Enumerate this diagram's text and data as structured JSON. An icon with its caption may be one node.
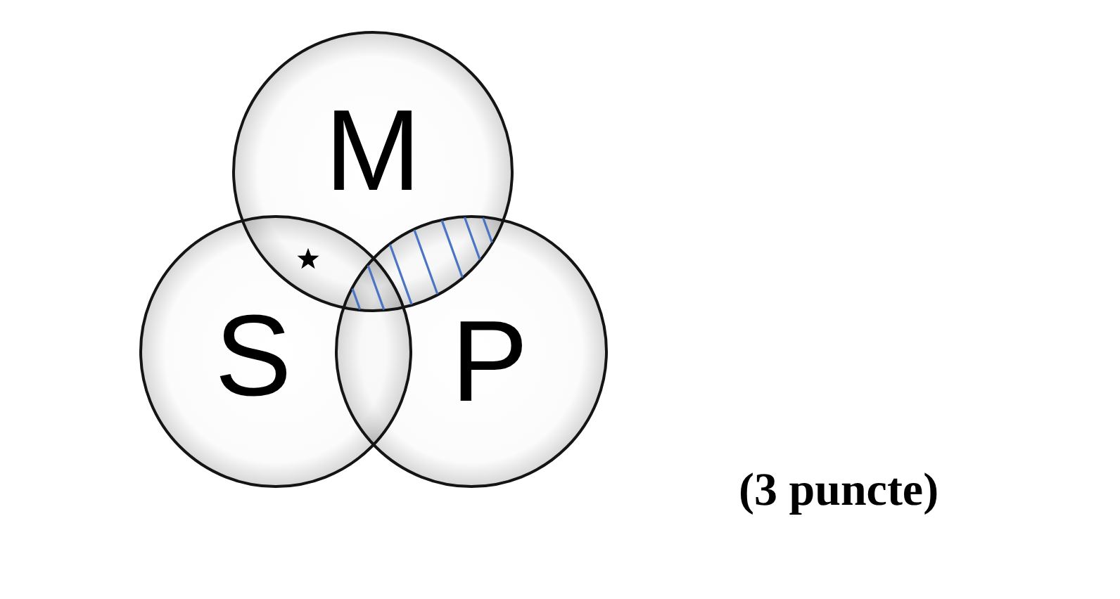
{
  "diagram": {
    "nodes": [
      {
        "text": [
          "M"
        ]
      },
      {
        "text": [
          "S"
        ]
      },
      {
        "text": [
          "P"
        ]
      }
    ],
    "labels": [
      "(3 puncte)"
    ]
  }
}
